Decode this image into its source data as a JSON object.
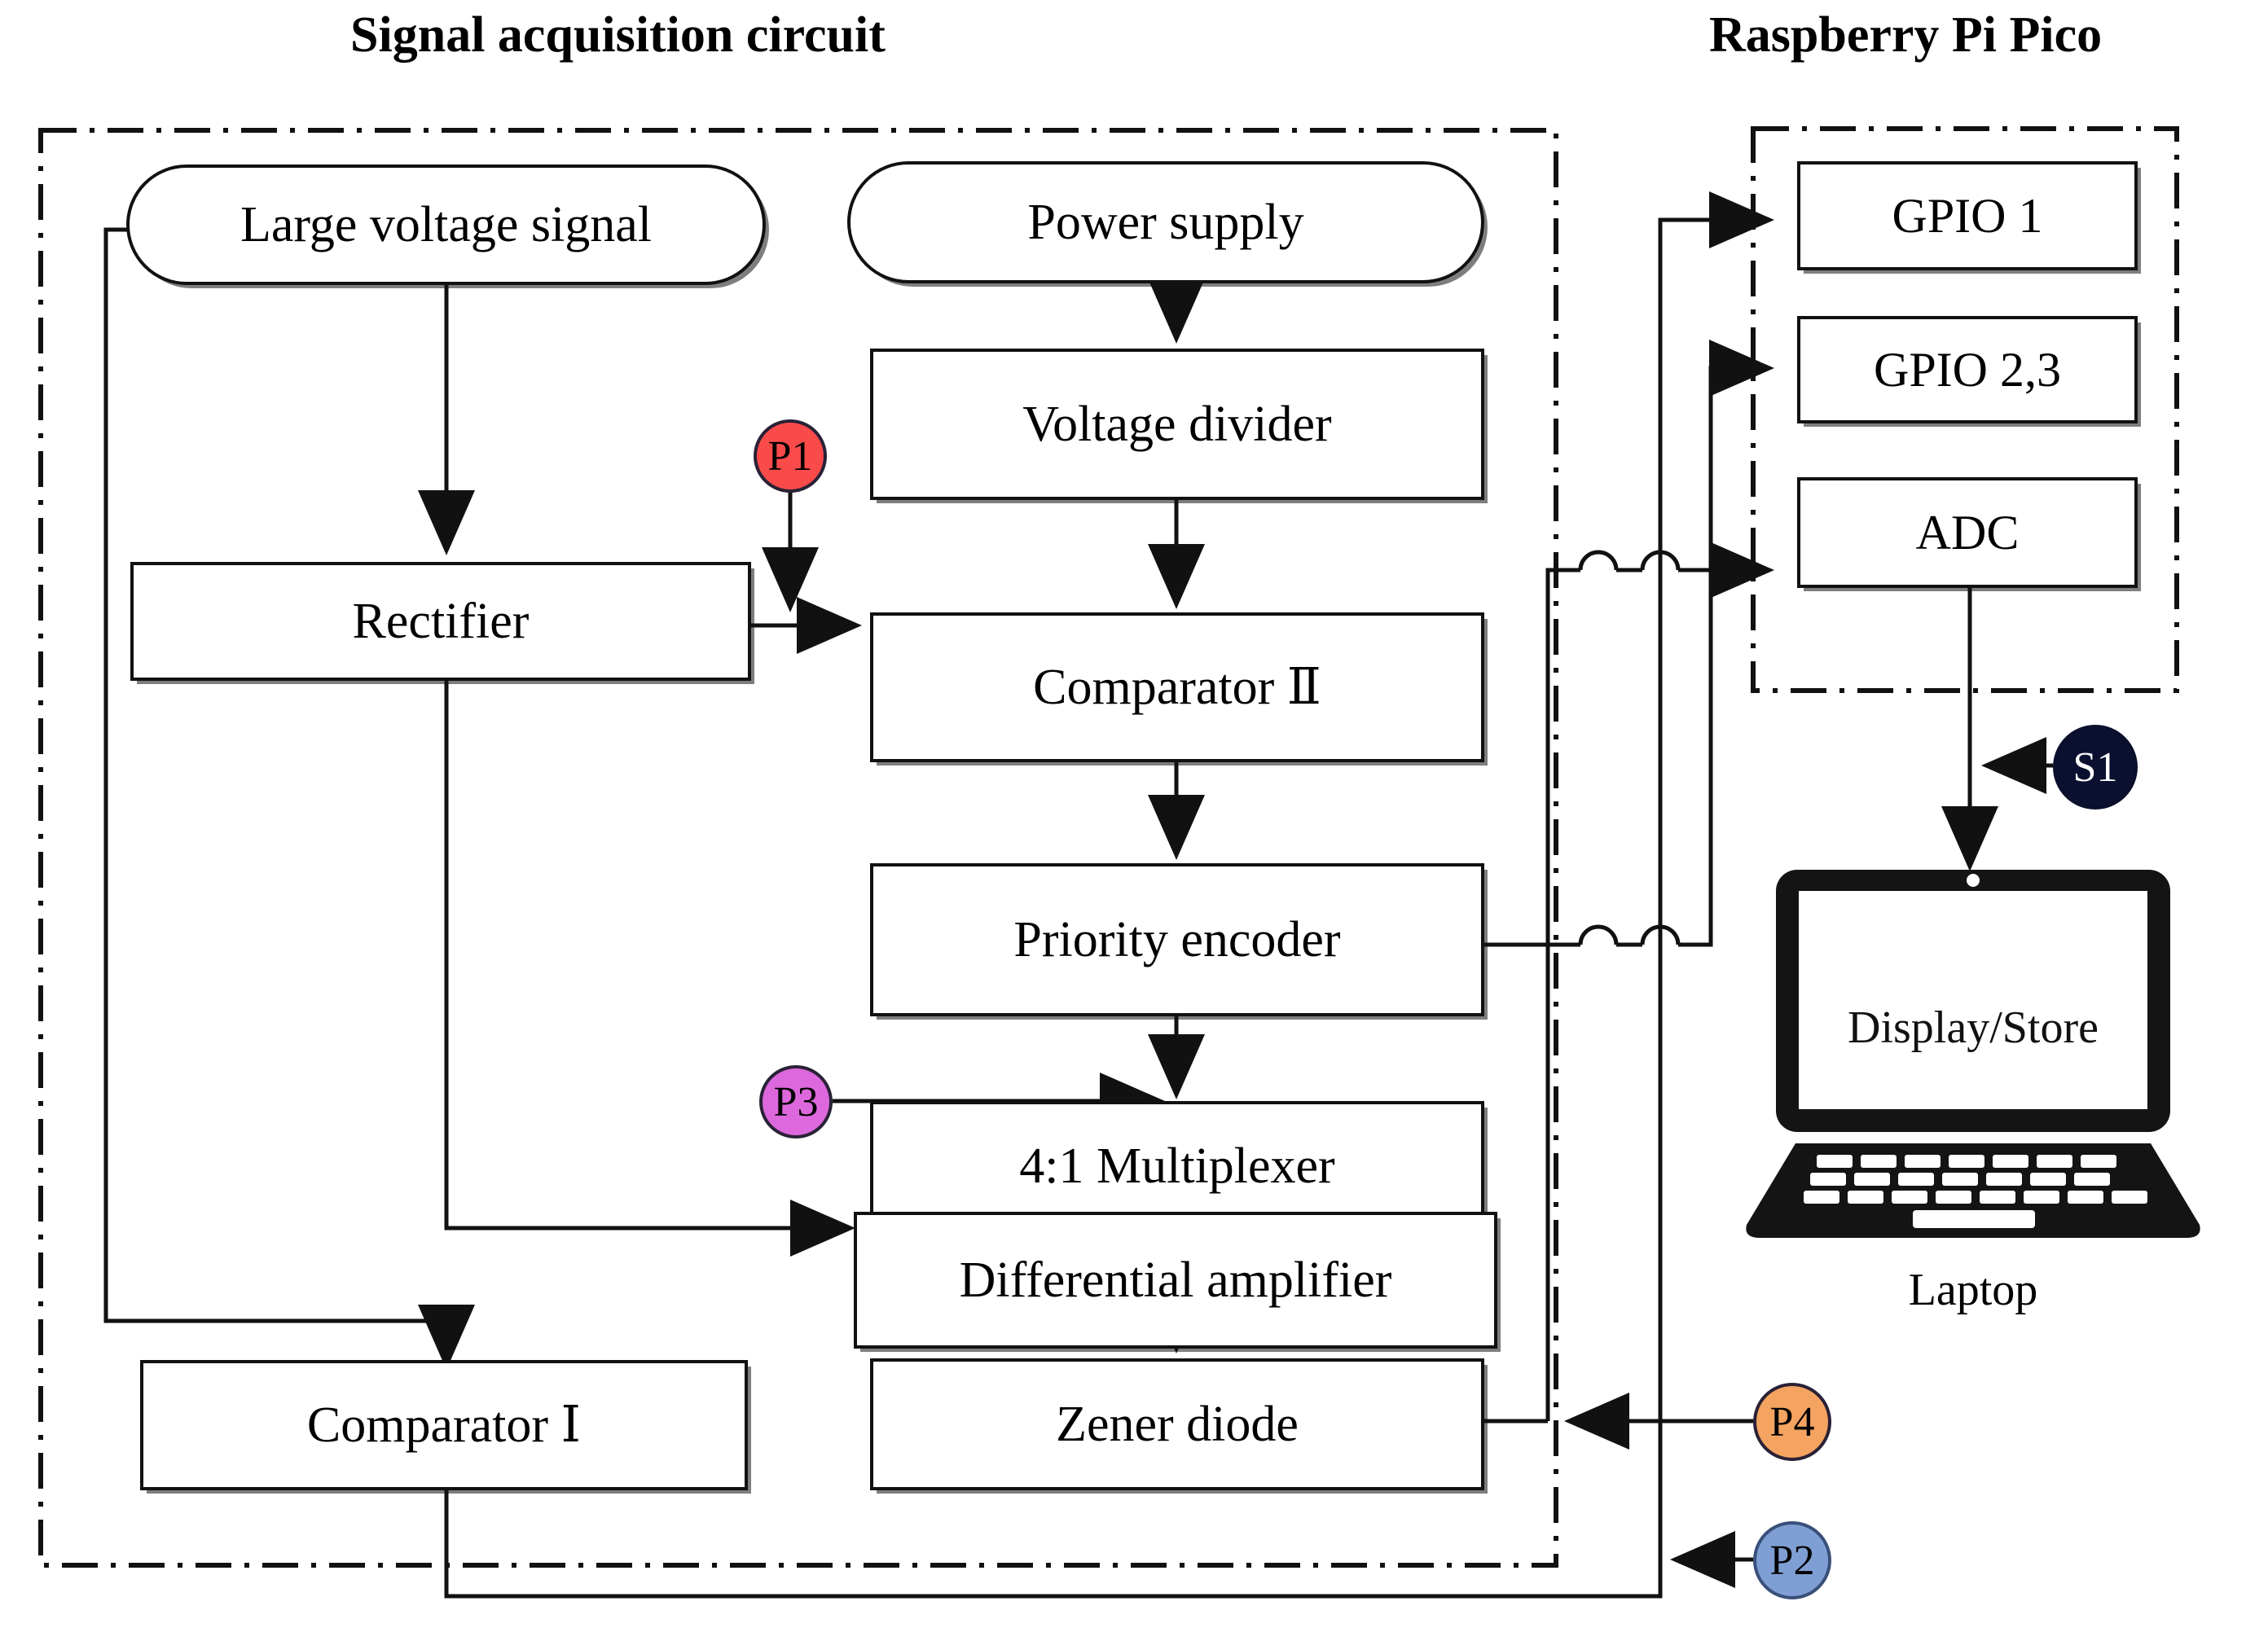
{
  "titles": {
    "left": "Signal acquisition circuit",
    "right": "Raspberry Pi Pico"
  },
  "circuit_blocks": {
    "large_voltage_signal": "Large voltage signal",
    "power_supply": "Power supply",
    "rectifier": "Rectifier",
    "voltage_divider": "Voltage divider",
    "comparator_2": "Comparator Ⅱ",
    "priority_encoder": "Priority encoder",
    "multiplexer": "4:1 Multiplexer",
    "differential_amplifier": "Differential amplifier",
    "comparator_1": "Comparator Ⅰ",
    "zener_diode": "Zener diode"
  },
  "pico_blocks": {
    "gpio1": "GPIO 1",
    "gpio23": "GPIO 2,3",
    "adc": "ADC"
  },
  "laptop": {
    "screen_text": "Display/Store",
    "caption": "Laptop"
  },
  "markers": [
    {
      "id": "P1",
      "label": "P1",
      "color": "#FA4A4A",
      "text_color": "#000000"
    },
    {
      "id": "P3",
      "label": "P3",
      "color": "#DD68DD",
      "text_color": "#000000"
    },
    {
      "id": "P4",
      "label": "P4",
      "color": "#F4A460",
      "text_color": "#000000"
    },
    {
      "id": "P2",
      "label": "P2",
      "color": "#7F9FD4",
      "text_color": "#000000"
    },
    {
      "id": "S1",
      "label": "S1",
      "color": "#0B1030",
      "text_color": "#ffffff"
    }
  ],
  "chart_data": {
    "type": "diagram",
    "title": "Signal acquisition circuit / Raspberry Pi Pico block diagram",
    "nodes": [
      "Large voltage signal",
      "Power supply",
      "Rectifier",
      "Voltage divider",
      "Comparator Ⅱ",
      "Priority encoder",
      "4:1 Multiplexer",
      "Differential amplifier",
      "Comparator Ⅰ",
      "Zener diode",
      "GPIO 1",
      "GPIO 2,3",
      "ADC",
      "Display/Store",
      "P1",
      "P2",
      "P3",
      "P4",
      "S1"
    ],
    "edges": [
      {
        "from": "Large voltage signal",
        "to": "Rectifier"
      },
      {
        "from": "Large voltage signal",
        "to": "Comparator Ⅰ"
      },
      {
        "from": "Power supply",
        "to": "Voltage divider"
      },
      {
        "from": "Voltage divider",
        "to": "Comparator Ⅱ"
      },
      {
        "from": "Rectifier",
        "to": "Comparator Ⅱ"
      },
      {
        "from": "Rectifier",
        "to": "Differential amplifier"
      },
      {
        "from": "P1",
        "to": "Comparator Ⅱ"
      },
      {
        "from": "Comparator Ⅱ",
        "to": "Priority encoder"
      },
      {
        "from": "Priority encoder",
        "to": "4:1 Multiplexer"
      },
      {
        "from": "Priority encoder",
        "to": "GPIO 1"
      },
      {
        "from": "Priority encoder",
        "to": "GPIO 2,3"
      },
      {
        "from": "4:1 Multiplexer",
        "to": "Differential amplifier"
      },
      {
        "from": "P3",
        "to": "Differential amplifier"
      },
      {
        "from": "Differential amplifier",
        "to": "Zener diode"
      },
      {
        "from": "Zener diode",
        "to": "ADC"
      },
      {
        "from": "Comparator Ⅰ",
        "to": "GPIO 1"
      },
      {
        "from": "P4",
        "to": "Zener diode output line"
      },
      {
        "from": "P2",
        "to": "Comparator Ⅰ output line"
      },
      {
        "from": "S1",
        "to": "Display/Store"
      },
      {
        "from": "ADC",
        "to": "Display/Store"
      }
    ]
  }
}
